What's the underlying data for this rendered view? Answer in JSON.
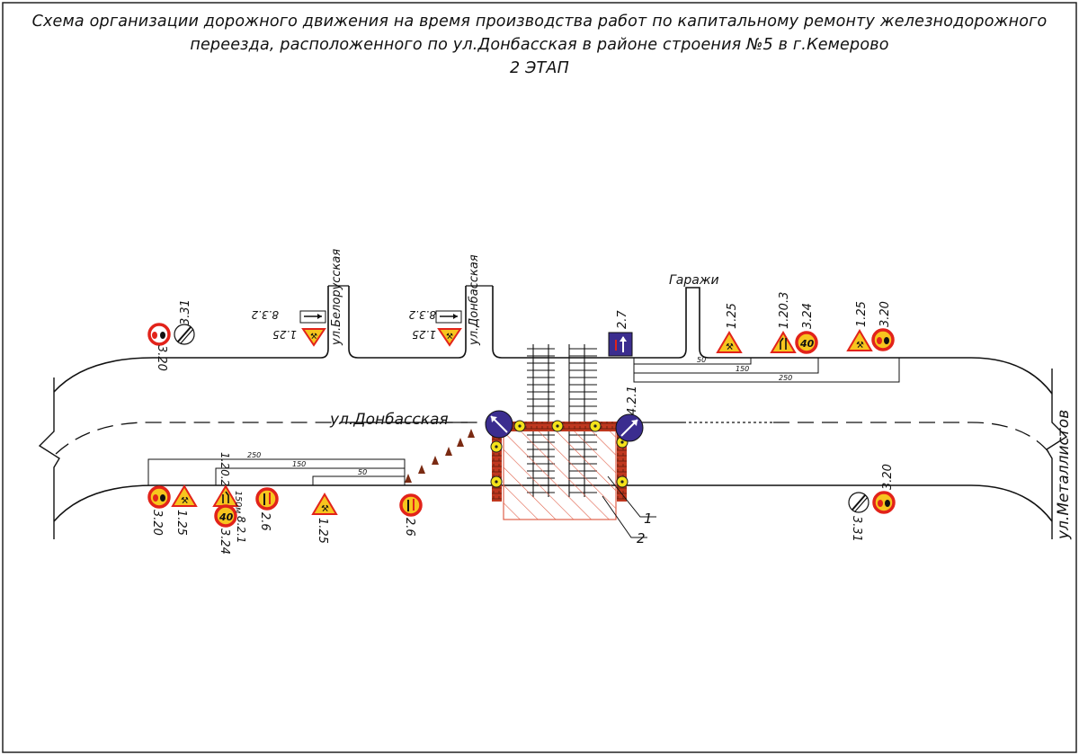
{
  "title": {
    "line1": "Схема организации дорожного движения на время производства работ по капитальному ремонту железнодорожного",
    "line2": "переезда, расположенного по ул.Донбасская в районе строения №5 в г.Кемерово",
    "line3": "2 ЭТАП"
  },
  "streets": {
    "main": "ул.Донбасская",
    "belorusskaya": "ул.Белорусская",
    "donbasskaya_side": "ул.Донбасская",
    "metallistov": "ул.Металлистов",
    "garages": "Гаражи"
  },
  "signs": {
    "s331_top": "3.31",
    "s320_top": "3.20",
    "s832_a": "8.3.2",
    "s125_a": "1.25",
    "s832_b": "8.3.2",
    "s125_b": "1.25",
    "s27": "2.7",
    "s125_c": "1.25",
    "s1203_top": "1.20.3",
    "s324_top": "3.24",
    "s125_d": "1.25",
    "s320_right": "3.20",
    "s421": "4.2.1",
    "s320_bl": "3.20",
    "s125_bl": "1.25",
    "s1202": "1.20.2",
    "s324_bl": "3.24",
    "s26_a": "2.6",
    "s821": "8.2.1",
    "s150m": "150м",
    "s125_bm": "1.25",
    "s26_b": "2.6",
    "s331_br": "3.31",
    "s320_br": "3.20",
    "speed": "40",
    "speed2": "40"
  },
  "distances": {
    "top_50": "50",
    "top_150": "150",
    "top_250": "250",
    "bot_250": "250",
    "bot_150": "150",
    "bot_50": "50"
  },
  "callouts": {
    "c1": "1",
    "c2": "2"
  },
  "colors": {
    "sign_red": "#e2231a",
    "sign_yellow": "#f7c51e",
    "sign_blue": "#3b2d8f",
    "barrier": "#c0381f",
    "hatch": "#e0604a"
  }
}
